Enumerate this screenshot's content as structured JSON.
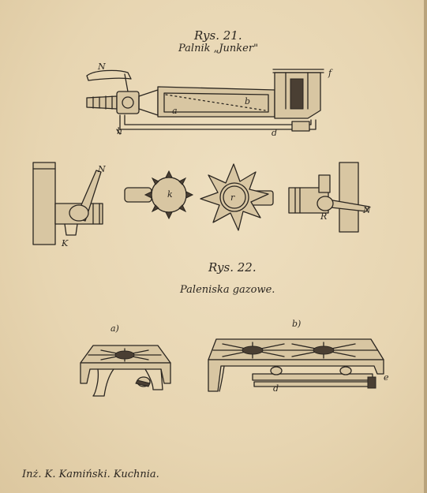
{
  "figure21": {
    "title": "Rys. 21.",
    "subtitle": "Palnik „Junker\"",
    "labels": [
      "N",
      "f",
      "a",
      "b",
      "h",
      "d",
      "N",
      "K",
      "k",
      "r",
      "N",
      "R"
    ]
  },
  "figure22": {
    "title": "Rys. 22.",
    "subtitle": "Paleniska gazowe.",
    "labels": [
      "a)",
      "b)",
      "d",
      "e"
    ]
  },
  "footer": "Inż. K. Kamiński. Kuchnia."
}
